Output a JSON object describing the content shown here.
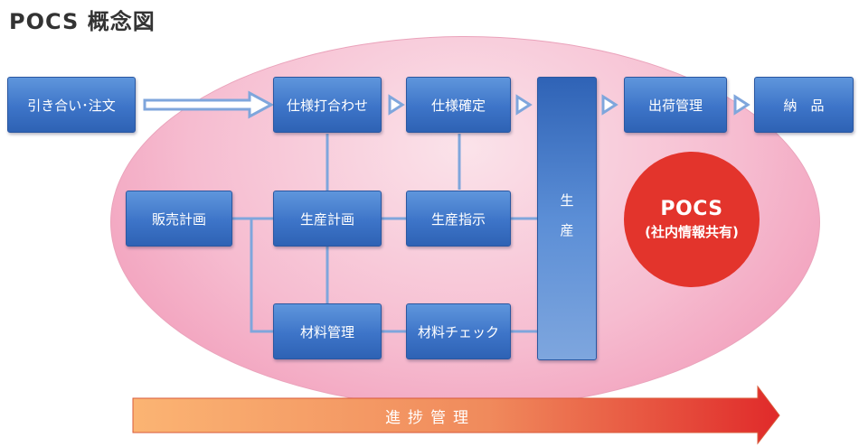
{
  "title": "POCS 概念図",
  "boxes": {
    "inquiry": "引き合い･注文",
    "spec_meeting": "仕様打合わせ",
    "spec_confirm": "仕様確定",
    "production": "生産",
    "shipping": "出荷管理",
    "delivery": "納　品",
    "sales_plan": "販売計画",
    "prod_plan": "生産計画",
    "prod_instruction": "生産指示",
    "material_mgmt": "材料管理",
    "material_check": "材料チェック"
  },
  "pocs": {
    "title": "POCS",
    "subtitle": "(社内情報共有)"
  },
  "progress": {
    "label": "進捗管理"
  },
  "colors": {
    "box_blue": "#3d74c8",
    "pocs_red": "#e3342c",
    "ellipse_pink": "#f6bcd0",
    "arrow_start": "#fbb473",
    "arrow_end": "#e02a2a"
  }
}
